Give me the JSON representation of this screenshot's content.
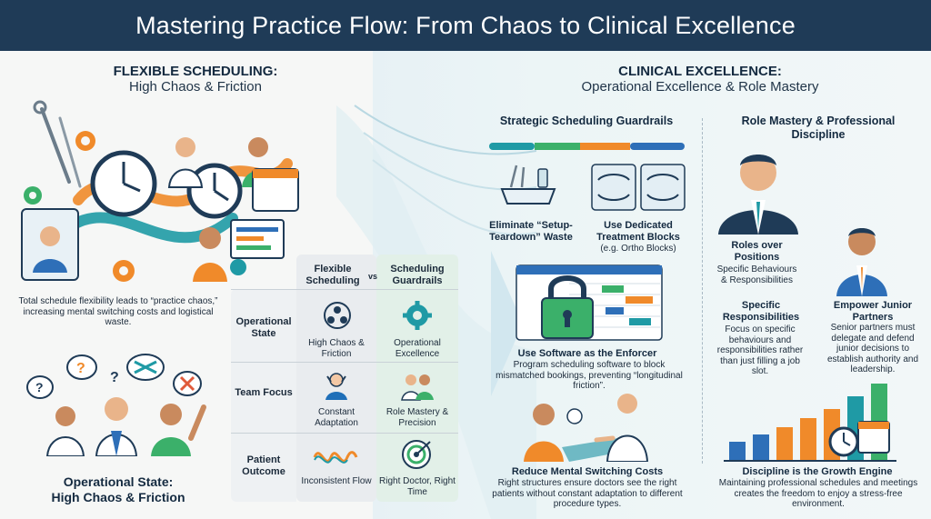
{
  "header": {
    "title": "Mastering Practice Flow: From Chaos to Clinical Excellence"
  },
  "left": {
    "title": "FLEXIBLE SCHEDULING:",
    "subtitle": "High Chaos & Friction",
    "description": "Total schedule flexibility leads to “practice chaos,” increasing mental switching costs and logistical waste.",
    "bottom_title_1": "Operational State:",
    "bottom_title_2": "High Chaos & Friction"
  },
  "comparison": {
    "col_left": "Flexible Scheduling",
    "vs": "vs",
    "col_right": "Scheduling Guardrails",
    "rows": [
      {
        "label": "Operational State",
        "left": "High Chaos & Friction",
        "right": "Operational Excellence"
      },
      {
        "label": "Team Focus",
        "left": "Constant Adaptation",
        "right": "Role Mastery & Precision"
      },
      {
        "label": "Patient Outcome",
        "left": "Inconsistent Flow",
        "right": "Right Doctor, Right Time"
      }
    ]
  },
  "right": {
    "title": "CLINICAL EXCELLENCE:",
    "subtitle": "Operational Excellence & Role Mastery",
    "guardrails": {
      "title": "Strategic Scheduling Guardrails",
      "item1_title": "Eliminate “Setup-Teardown” Waste",
      "item2_title": "Use Dedicated Treatment Blocks",
      "item2_sub": "(e.g. Ortho Blocks)",
      "software_title": "Use Software as the Enforcer",
      "software_desc": "Program scheduling software to block mismatched bookings, preventing “longitudinal friction”.",
      "switch_title": "Reduce Mental Switching Costs",
      "switch_desc": "Right structures ensure doctors see the right patients without constant adaptation to different procedure types."
    },
    "roles": {
      "title": "Role Mastery & Professional Discipline",
      "roles_title": "Roles over Positions",
      "roles_desc": "Specific Behaviours & Responsibilities",
      "resp_title": "Specific Responsibilities",
      "resp_desc": "Focus on specific behaviours and responsibilities rather than just filling a job slot.",
      "junior_title": "Empower Junior Partners",
      "junior_desc": "Senior partners must delegate and defend junior decisions to establish authority and leadership.",
      "growth_title": "Discipline is the Growth Engine",
      "growth_desc": "Maintaining professional schedules and meetings creates the freedom to enjoy a stress-free environment."
    }
  },
  "colors": {
    "header": "#1f3b57",
    "teal": "#1f9aa5",
    "green": "#3bb06a",
    "orange": "#f08a2a",
    "blue": "#2e6fb8",
    "navy": "#1f3b57"
  }
}
